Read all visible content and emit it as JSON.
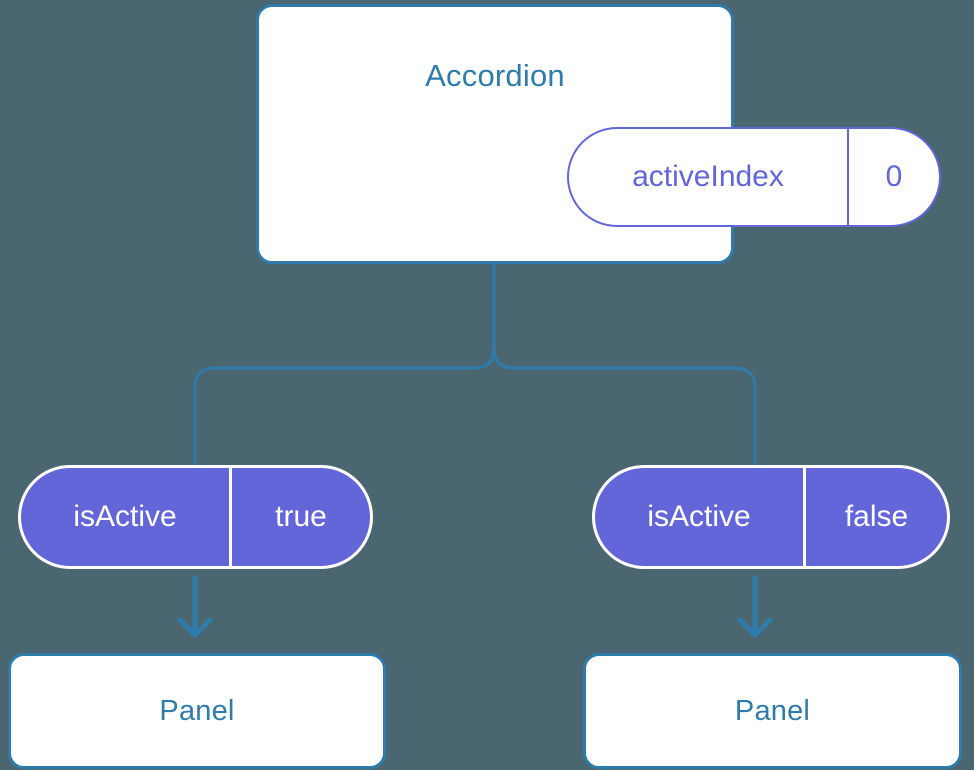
{
  "diagram": {
    "title_node": {
      "label": "Accordion",
      "state_pill": {
        "key": "activeIndex",
        "value": "0"
      }
    },
    "branches": [
      {
        "prop_pill": {
          "key": "isActive",
          "value": "true"
        },
        "child": {
          "label": "Panel"
        }
      },
      {
        "prop_pill": {
          "key": "isActive",
          "value": "false"
        },
        "child": {
          "label": "Panel"
        }
      }
    ]
  },
  "colors": {
    "background": "#4a6670",
    "card_border": "#2f7cab",
    "card_text": "#2f7cab",
    "card_fill": "#ffffff",
    "pill_accent": "#6366d9",
    "pill_solid_text": "#ffffff",
    "connector": "#2f7cab"
  }
}
